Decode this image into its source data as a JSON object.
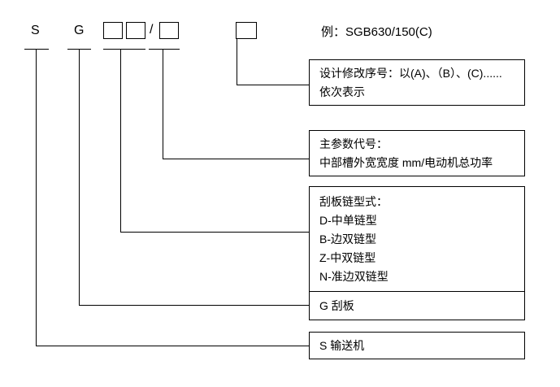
{
  "code": {
    "s": "S",
    "g": "G",
    "slash": "/",
    "example": "例：SGB630/150(C)"
  },
  "boxes": {
    "design": {
      "lines": [
        "设计修改序号：以(A)、（B）、(C)......",
        "依次表示"
      ]
    },
    "param": {
      "lines": [
        "主参数代号：",
        "中部槽外宽宽度  mm/电动机总功率"
      ]
    },
    "chain": {
      "lines": [
        "刮板链型式：",
        "D-中单链型",
        "B-边双链型",
        "Z-中双链型",
        "N-准边双链型"
      ]
    },
    "g": {
      "lines": [
        "G 刮板"
      ]
    },
    "s": {
      "lines": [
        "S 输送机"
      ]
    }
  },
  "colors": {
    "line": "#000000",
    "background": "#ffffff",
    "text": "#000000"
  }
}
